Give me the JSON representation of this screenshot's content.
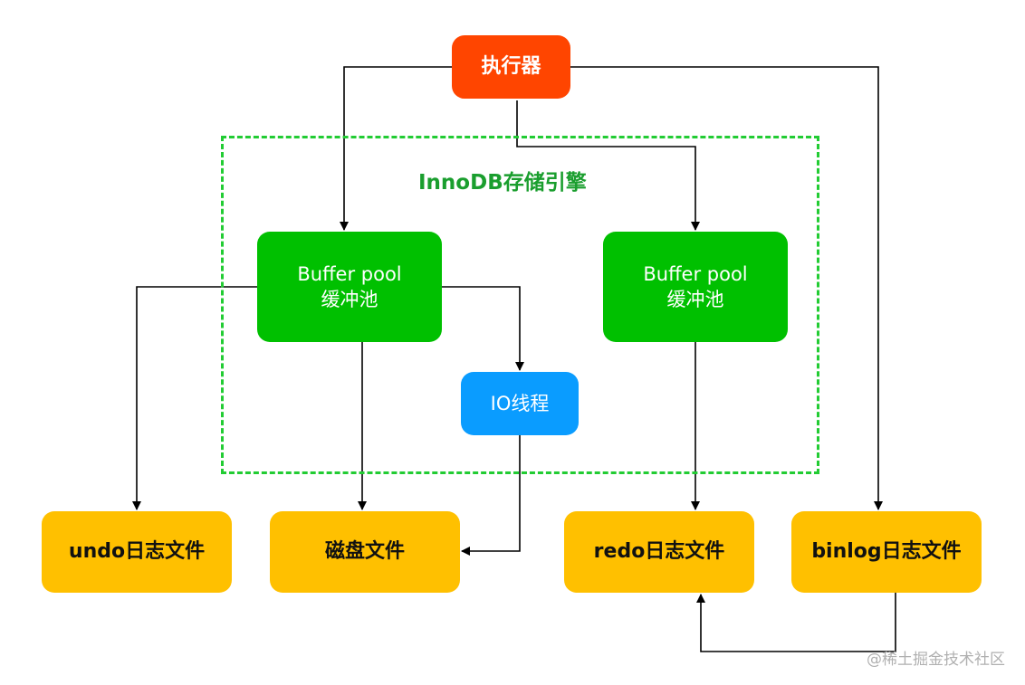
{
  "executor": {
    "label": "执行器"
  },
  "engine": {
    "label": "InnoDB存储引擎"
  },
  "buffer_pools": [
    {
      "line1": "Buffer pool",
      "line2": "缓冲池"
    },
    {
      "line1": "Buffer pool",
      "line2": "缓冲池"
    }
  ],
  "io_thread": {
    "label": "IO线程"
  },
  "files": {
    "undo": "undo日志文件",
    "disk": "磁盘文件",
    "redo": "redo日志文件",
    "binlog": "binlog日志文件"
  },
  "watermark": "@稀土掘金技术社区",
  "colors": {
    "executor": "#ff4500",
    "buffer_pool": "#00c000",
    "io_thread": "#0a9cff",
    "file": "#ffc000",
    "engine_border": "#22cc33",
    "engine_label": "#1a9e2e",
    "arrow": "#000000"
  }
}
